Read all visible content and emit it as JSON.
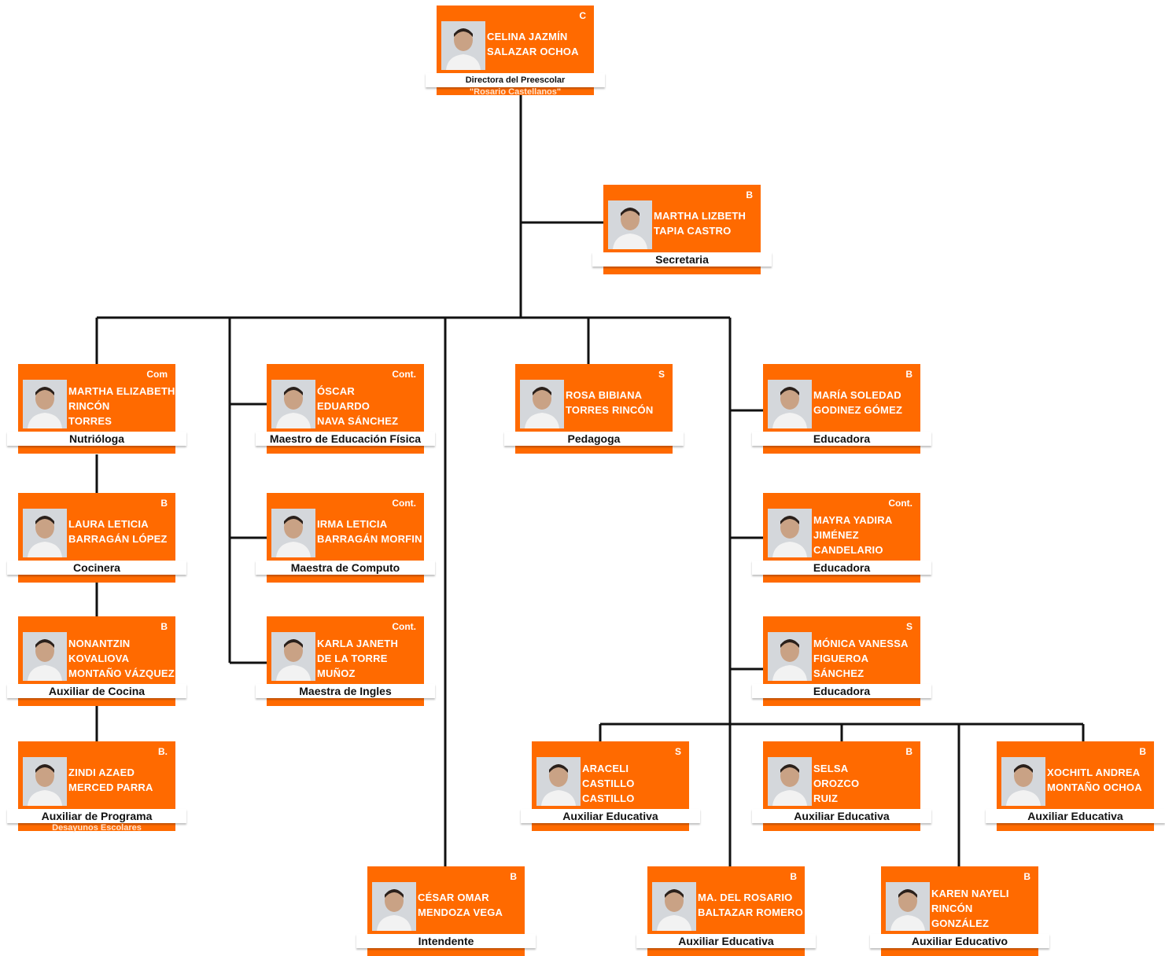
{
  "cards": [
    {
      "id": "directora",
      "name": [
        "CELINA JAZMÍN",
        "SALAZAR OCHOA"
      ],
      "code": "C",
      "role": "Directora del Preescolar",
      "role_sub": "\"Rosario Castellanos\""
    },
    {
      "id": "secretaria",
      "name": [
        "MARTHA LIZBETH",
        "TAPIA CASTRO"
      ],
      "code": "B",
      "role": "Secretaria"
    },
    {
      "id": "nutriologa",
      "name": [
        "MARTHA ELIZABETH",
        "RINCÓN",
        "TORRES"
      ],
      "code": "Com",
      "role": "Nutrióloga"
    },
    {
      "id": "cocinera",
      "name": [
        "LAURA LETICIA",
        "BARRAGÁN LÓPEZ"
      ],
      "code": "B",
      "role": "Cocinera"
    },
    {
      "id": "aux-cocina",
      "name": [
        "NONANTZIN",
        "KOVALIOVA",
        "MONTAÑO VÁZQUEZ"
      ],
      "code": "B",
      "role": "Auxiliar de Cocina"
    },
    {
      "id": "aux-programa",
      "name": [
        "ZINDI AZAED",
        "MERCED PARRA"
      ],
      "code": "B.",
      "role": "Auxiliar de Programa",
      "role_sub": "Desayunos Escolares"
    },
    {
      "id": "ed-fisica",
      "name": [
        "ÓSCAR",
        "EDUARDO",
        "NAVA SÁNCHEZ"
      ],
      "code": "Cont.",
      "role": "Maestro de Educación Física"
    },
    {
      "id": "computo",
      "name": [
        "IRMA LETICIA",
        "BARRAGÁN MORFIN"
      ],
      "code": "Cont.",
      "role": "Maestra de Computo"
    },
    {
      "id": "ingles",
      "name": [
        "KARLA JANETH",
        "DE LA TORRE",
        "MUÑOZ"
      ],
      "code": "Cont.",
      "role": "Maestra de Ingles"
    },
    {
      "id": "pedagoga",
      "name": [
        "ROSA BIBIANA",
        "TORRES RINCÓN"
      ],
      "code": "S",
      "role": "Pedagoga"
    },
    {
      "id": "educadora-1",
      "name": [
        "MARÍA SOLEDAD",
        "GODINEZ GÓMEZ"
      ],
      "code": "B",
      "role": "Educadora"
    },
    {
      "id": "educadora-2",
      "name": [
        "MAYRA YADIRA",
        "JIMÉNEZ",
        "CANDELARIO"
      ],
      "code": "Cont.",
      "role": "Educadora"
    },
    {
      "id": "educadora-3",
      "name": [
        "MÓNICA VANESSA",
        "FIGUEROA",
        "SÁNCHEZ"
      ],
      "code": "S",
      "role": "Educadora"
    },
    {
      "id": "aux-ed-1",
      "name": [
        "ARACELI",
        "CASTILLO",
        "CASTILLO"
      ],
      "code": "S",
      "role": "Auxiliar Educativa"
    },
    {
      "id": "aux-ed-2",
      "name": [
        "SELSA",
        "OROZCO",
        "RUIZ"
      ],
      "code": "B",
      "role": "Auxiliar Educativa"
    },
    {
      "id": "aux-ed-3",
      "name": [
        "XOCHITL ANDREA",
        "MONTAÑO OCHOA"
      ],
      "code": "B",
      "role": "Auxiliar Educativa"
    },
    {
      "id": "intendente",
      "name": [
        "CÉSAR OMAR",
        "MENDOZA VEGA"
      ],
      "code": "B",
      "role": "Intendente"
    },
    {
      "id": "aux-ed-4",
      "name": [
        "MA. DEL ROSARIO",
        "BALTAZAR ROMERO"
      ],
      "code": "B",
      "role": "Auxiliar Educativa"
    },
    {
      "id": "aux-ed-5",
      "name": [
        "KAREN NAYELI",
        "RINCÓN",
        "GONZÁLEZ"
      ],
      "code": "B",
      "role": "Auxiliar Educativo"
    }
  ],
  "colors": {
    "card": "#ff6a00",
    "line": "#111111"
  }
}
